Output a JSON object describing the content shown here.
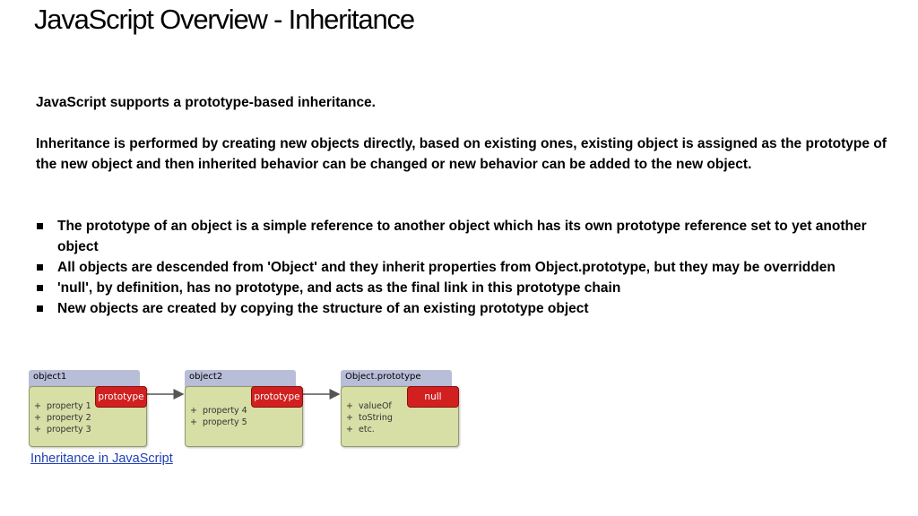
{
  "title": "JavaScript Overview - Inheritance",
  "intro": "JavaScript supports a prototype-based inheritance.",
  "paragraph": "Inheritance is performed by creating new objects directly, based on existing ones, existing object is assigned as the prototype of the new object and then inherited behavior can be changed or new behavior can be added to the new object.",
  "bullets": [
    " The prototype of an object is a simple reference to another object which has its own prototype reference set to yet another object",
    "All objects are descended from 'Object' and they inherit properties from Object.prototype, but they may be overridden",
    "'null', by definition, has no prototype, and acts as the final link in this prototype chain",
    "New objects are created by copying the structure of an existing prototype object"
  ],
  "diagram": {
    "boxes": [
      {
        "name": "object1",
        "tag": "prototype",
        "props": [
          "property 1",
          "property 2",
          "property 3"
        ]
      },
      {
        "name": "object2",
        "tag": "prototype",
        "props": [
          "property 4",
          "property 5"
        ]
      },
      {
        "name": "Object.prototype",
        "tag": "null",
        "props": [
          "valueOf",
          "toString",
          "etc."
        ]
      }
    ],
    "plus_sign": "+",
    "colors": {
      "header": "#b8bdd8",
      "body": "#d7dea6",
      "tag": "#d22020",
      "link": "#1f3fb5"
    }
  },
  "link_text": "Inheritance in JavaScript"
}
